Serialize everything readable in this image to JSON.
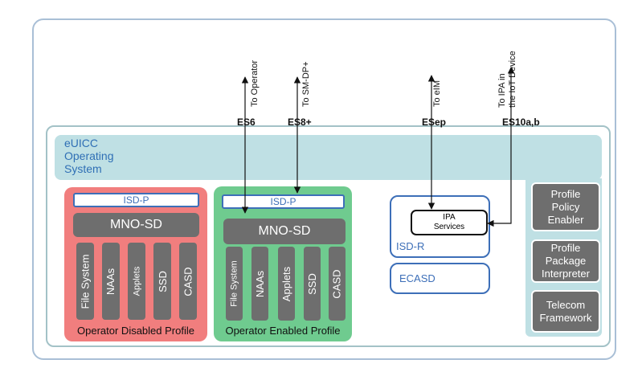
{
  "os": {
    "label": "eUICC\nOperating\nSystem"
  },
  "interfaces": {
    "es6": {
      "label": "ES6",
      "dest": "To Operator"
    },
    "es8": {
      "label": "ES8+",
      "dest": "To SM-DP+"
    },
    "esep": {
      "label": "ESep",
      "dest": "To eIM"
    },
    "es10": {
      "label": "ES10a,b",
      "dest": "To IPA in\nthe IoT Device"
    }
  },
  "disabled_profile": {
    "isdp": "ISD-P",
    "mno_sd": "MNO-SD",
    "columns": [
      "File System",
      "NAAs",
      "Applets",
      "SSD",
      "CASD"
    ],
    "label": "Operator Disabled Profile"
  },
  "enabled_profile": {
    "isdp": "ISD-P",
    "mno_sd": "MNO-SD",
    "columns": [
      "File System",
      "NAAs",
      "Applets",
      "SSD",
      "CASD"
    ],
    "label": "Operator Enabled Profile"
  },
  "isdr": {
    "label": "ISD-R",
    "ipa": "IPA\nServices"
  },
  "ecasd": {
    "label": "ECASD"
  },
  "side_boxes": {
    "ppe": "Profile\nPolicy\nEnabler",
    "ppi": "Profile\nPackage\nInterpreter",
    "telecom": "Telecom\nFramework"
  },
  "colors": {
    "outer_border": "#a9bfd6",
    "os_band": "#bfe0e4",
    "disabled_profile": "#f17e7e",
    "enabled_profile": "#6fcb8f",
    "component_grey": "#6e6e6e",
    "accent_blue": "#3d6fb8"
  }
}
